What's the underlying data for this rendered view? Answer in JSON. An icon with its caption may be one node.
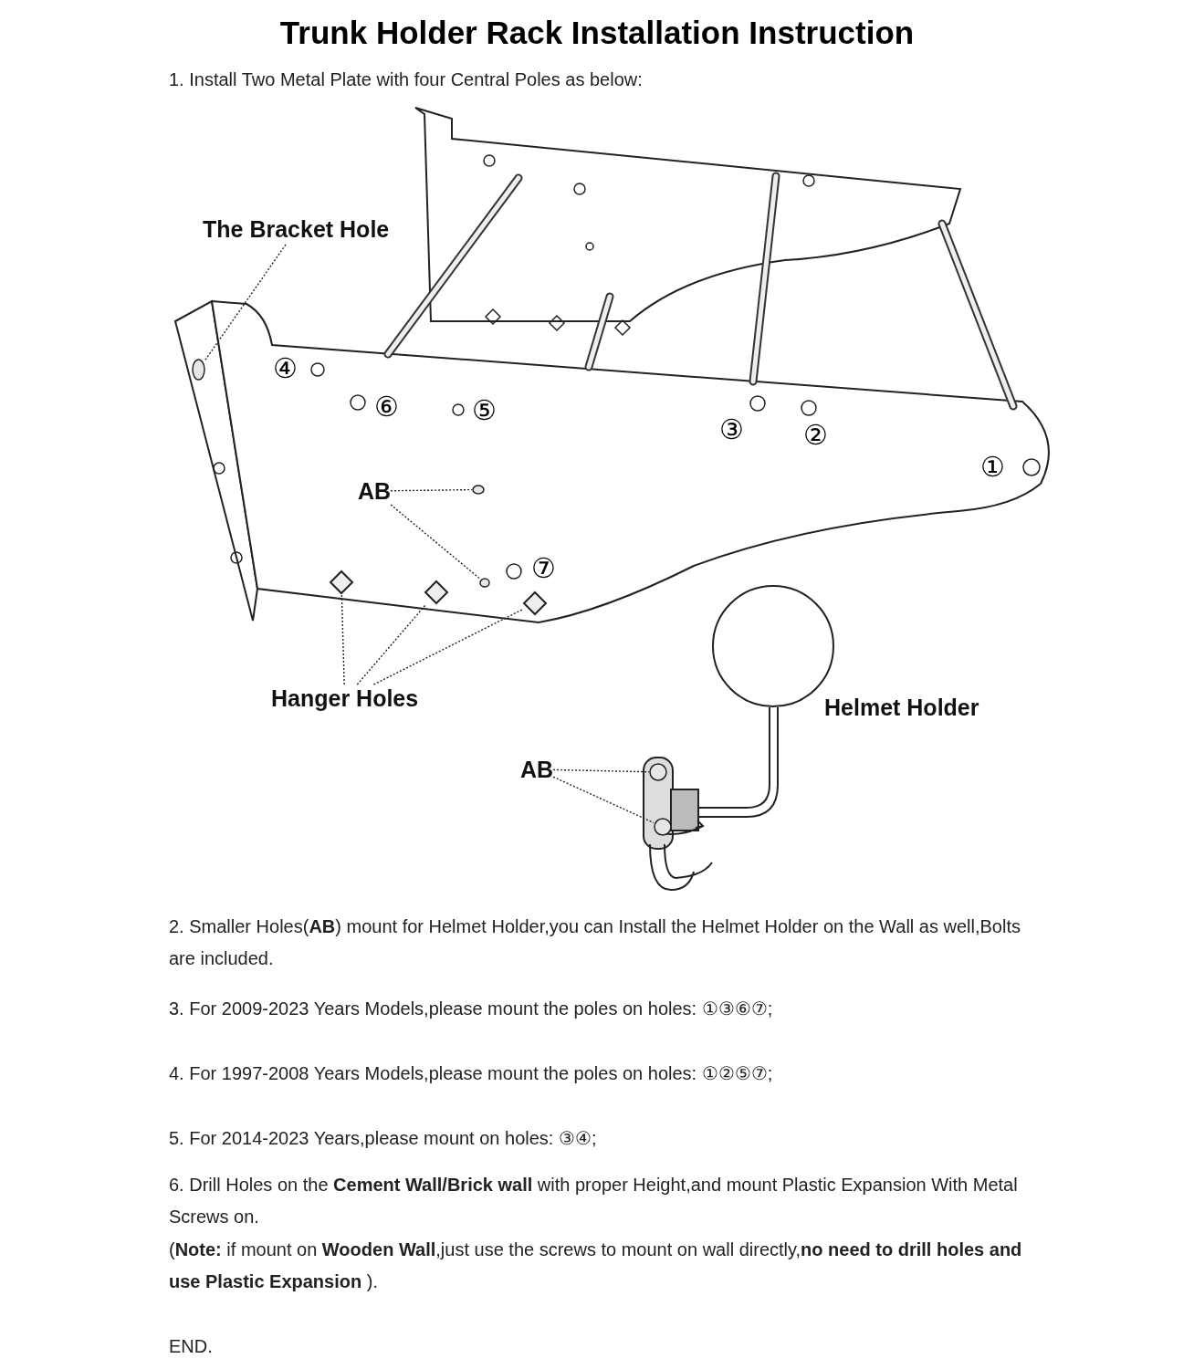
{
  "diagram": {
    "title": "Trunk Holder Rack Installation Instruction",
    "nodes": [
      {
        "text": [
          "The Bracket Hole"
        ]
      },
      {
        "text": [],
        "shape": "circle"
      },
      {
        "text": [
          "AB"
        ]
      },
      {
        "text": [],
        "shape": "circle"
      },
      {
        "text": [],
        "shape": "circle"
      },
      {
        "text": [
          "Hanger Holes"
        ]
      },
      {
        "text": [],
        "shape": "diamond"
      },
      {
        "text": [],
        "shape": "diamond"
      },
      {
        "text": [],
        "shape": "diamond"
      },
      {
        "text": [
          "AB"
        ]
      },
      {
        "text": [],
        "shape": "circle"
      },
      {
        "text": [],
        "shape": "circle"
      }
    ],
    "edges": [
      {
        "from": 0,
        "to": 1,
        "arrow": "none"
      },
      {
        "from": 2,
        "to": 3,
        "arrow": "none"
      },
      {
        "from": 2,
        "to": 4,
        "arrow": "none"
      },
      {
        "from": 5,
        "to": 6,
        "arrow": "none"
      },
      {
        "from": 5,
        "to": 7,
        "arrow": "none"
      },
      {
        "from": 5,
        "to": 8,
        "arrow": "none"
      },
      {
        "from": 9,
        "to": 10,
        "arrow": "none"
      },
      {
        "from": 9,
        "to": 11,
        "arrow": "none"
      }
    ],
    "labels": [
      "1. Install Two Metal Plate with four Central Poles as below:",
      "④",
      "⑥",
      "⑤",
      "③",
      "②",
      "①",
      "⑦",
      "Helmet Holder",
      "2. Smaller Holes(**AB**) mount for Helmet Holder,you can Install the Helmet Holder on the Wall as well,Bolts are included.",
      "3. For 2009-2023 Years Models,please mount the poles on holes: ①③⑥⑦;",
      "4. For 1997-2008 Years Models,please mount the poles on holes: ①②⑤⑦;",
      "5. For 2014-2023 Years,please mount on holes: ③④;",
      "6. Drill Holes on the **Cement Wall/Brick wall** with proper Height,and mount Plastic Expansion With Metal Screws on.",
      "(**Note:** if mount on **Wooden Wall**,just use the screws to mount on wall directly,**no need to drill holes and use Plastic Expansion** ).",
      "END."
    ]
  }
}
